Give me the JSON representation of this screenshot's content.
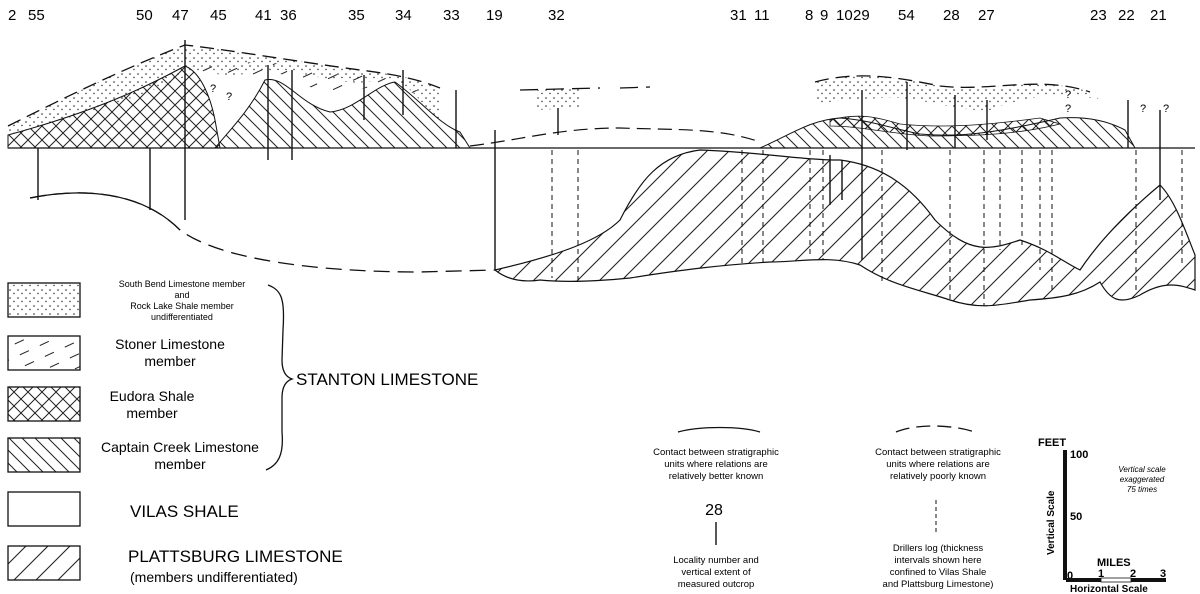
{
  "locality_numbers": [
    "2",
    "55",
    "50",
    "47",
    "45",
    "41",
    "36",
    "35",
    "34",
    "33",
    "19",
    "32",
    "31",
    "11",
    "8",
    "9",
    "10",
    "29",
    "54",
    "28",
    "27",
    "23",
    "22",
    "21"
  ],
  "question_mark": "?",
  "legend": {
    "south_bend": [
      "South Bend Limestone member",
      "and",
      "Rock Lake Shale member",
      "undifferentiated"
    ],
    "stoner": [
      "Stoner Limestone",
      "member"
    ],
    "eudora": [
      "Eudora Shale",
      "member"
    ],
    "captain_creek": [
      "Captain Creek Limestone",
      "member"
    ],
    "group_label": "STANTON LIMESTONE",
    "vilas": "VILAS SHALE",
    "plattsburg": "PLATTSBURG LIMESTONE",
    "plattsburg_sub": "(members undifferentiated)"
  },
  "notes": {
    "contact_known": [
      "Contact between stratigraphic",
      "units where relations are",
      "relatively better known"
    ],
    "contact_poor": [
      "Contact between stratigraphic",
      "units where relations are",
      "relatively poorly known"
    ],
    "locality_example": "28",
    "locality_desc": [
      "Locality number and",
      "vertical extent of",
      "measured outcrop"
    ],
    "drillers_desc": [
      "Drillers log (thickness",
      "intervals shown here",
      "confined to Vilas Shale",
      "and Plattsburg Limestone)"
    ]
  },
  "scale": {
    "feet_label": "FEET",
    "v100": "100",
    "v50": "50",
    "v0": "0",
    "vertical_label": "Vertical Scale",
    "exaggeration": [
      "Vertical scale",
      "exaggerated",
      "75 times"
    ],
    "miles_label": "MILES",
    "h1": "1",
    "h2": "2",
    "h3": "3",
    "horizontal_label": "Horizontal Scale"
  }
}
